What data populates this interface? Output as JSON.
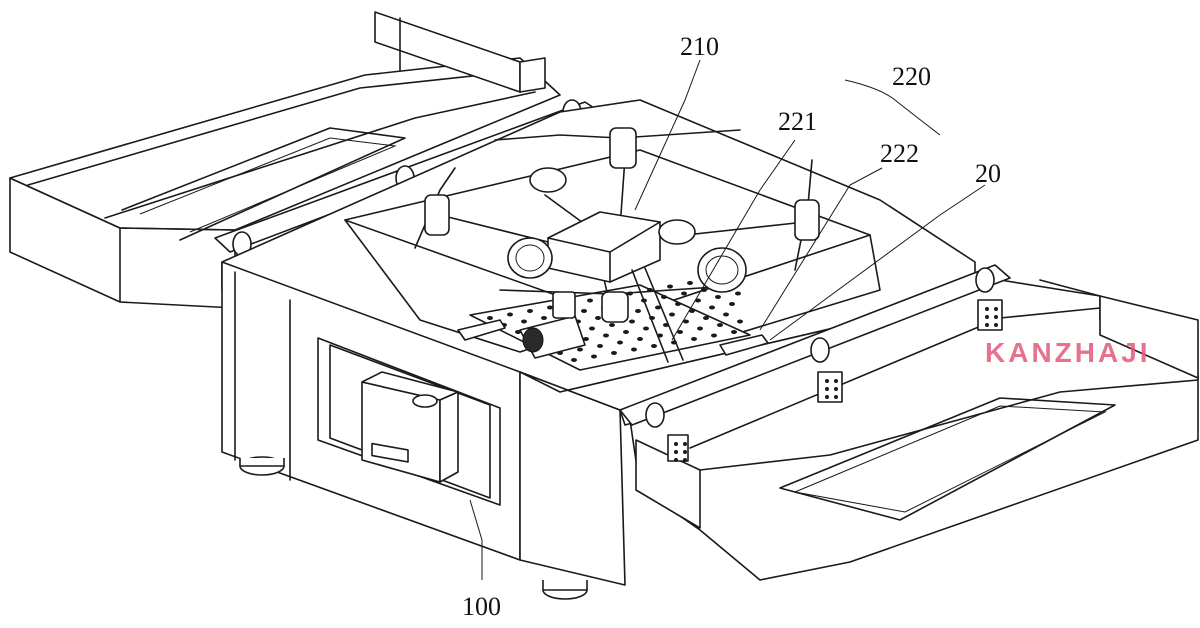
{
  "figure": {
    "labels": {
      "label_100": "100",
      "label_210": "210",
      "label_220": "220",
      "label_221": "221",
      "label_222": "222",
      "label_20": "20"
    },
    "watermark": "KANZHAJI",
    "colors": {
      "line": "#1a1a1a",
      "background": "#ffffff",
      "watermark_pink": "#e35a7a",
      "watermark_blue": "#3a6fd8",
      "watermark_purple": "#7a4fc4"
    }
  }
}
